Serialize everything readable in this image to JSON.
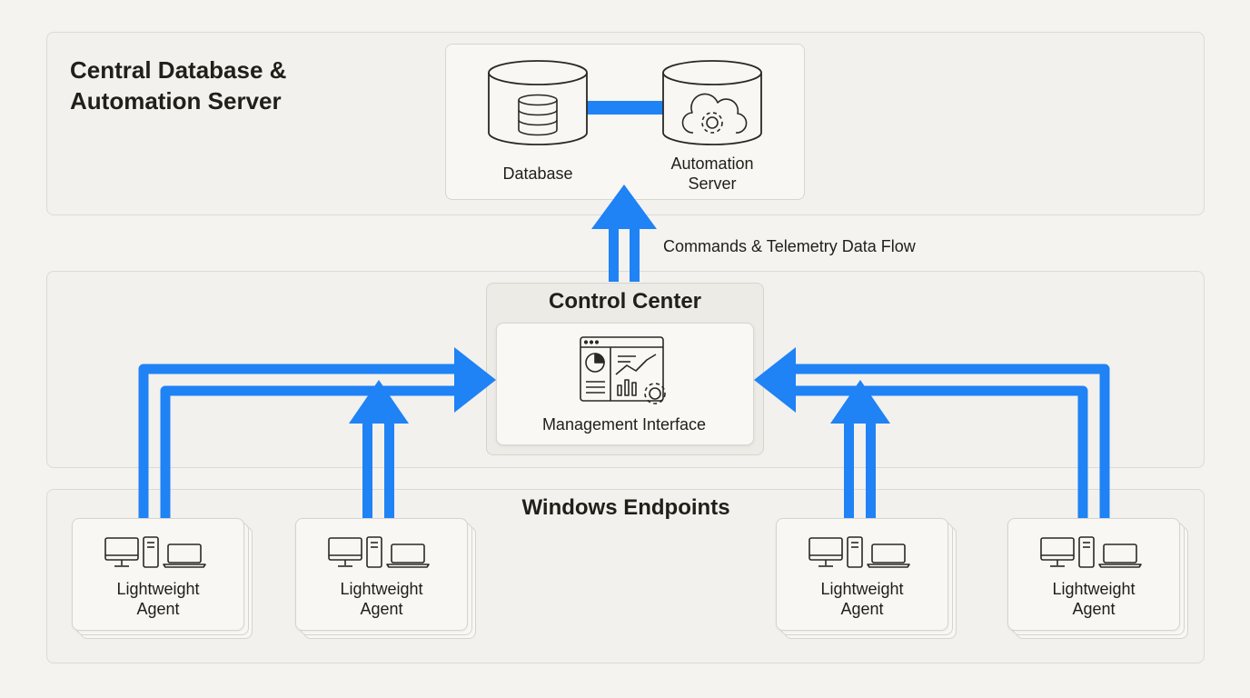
{
  "server_zone": {
    "title_line1": "Central Database &",
    "title_line2": "Automation Server",
    "database_label": "Database",
    "automation_label_line1": "Automation",
    "automation_label_line2": "Server"
  },
  "flow": {
    "label": "Commands & Telemetry Data Flow"
  },
  "control_center": {
    "title": "Control Center",
    "interface_label": "Management Interface"
  },
  "endpoints": {
    "title": "Windows Endpoints",
    "agents": [
      {
        "line1": "Lightweight",
        "line2": "Agent"
      },
      {
        "line1": "Lightweight",
        "line2": "Agent"
      },
      {
        "line1": "Lightweight",
        "line2": "Agent"
      },
      {
        "line1": "Lightweight",
        "line2": "Agent"
      }
    ]
  },
  "colors": {
    "arrow": "#1f82f5",
    "background": "#f4f3ef",
    "panel_border": "#d8d6d0",
    "icon_stroke": "#2b2824"
  }
}
